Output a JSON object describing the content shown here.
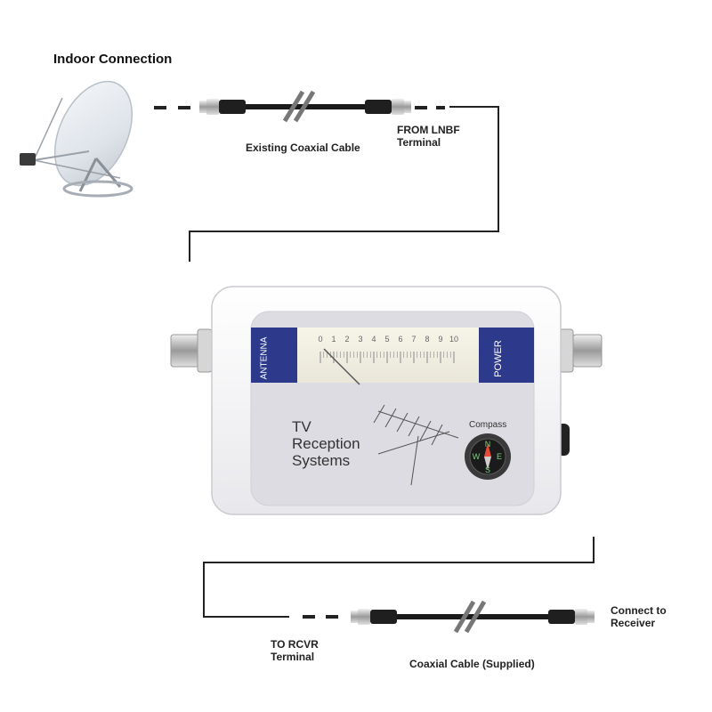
{
  "labels": {
    "title": "Indoor Connection",
    "existing_cable": "Existing Coaxial Cable",
    "from_lnbf_line1": "FROM LNBF",
    "from_lnbf_line2": "Terminal",
    "to_rcvr_line1": "TO RCVR",
    "to_rcvr_line2": "Terminal",
    "supplied_cable": "Coaxial Cable (Supplied)",
    "connect_line1": "Connect to",
    "connect_line2": "Receiver"
  },
  "device": {
    "left_tab": "ANTENNA",
    "right_tab": "POWER",
    "brand_line1": "TV",
    "brand_line2": "Reception",
    "brand_line3": "Systems",
    "compass_label": "Compass",
    "meter_scale": [
      "0",
      "1",
      "2",
      "3",
      "4",
      "5",
      "6",
      "7",
      "8",
      "9",
      "10"
    ],
    "compass_letters": {
      "n": "N",
      "s": "S",
      "e": "E",
      "w": "W"
    }
  },
  "colors": {
    "tab_blue": "#2d3a8c",
    "cable_black": "#1a1a1a",
    "device_white": "#f4f4f6",
    "panel_grey": "#dcdce2"
  }
}
